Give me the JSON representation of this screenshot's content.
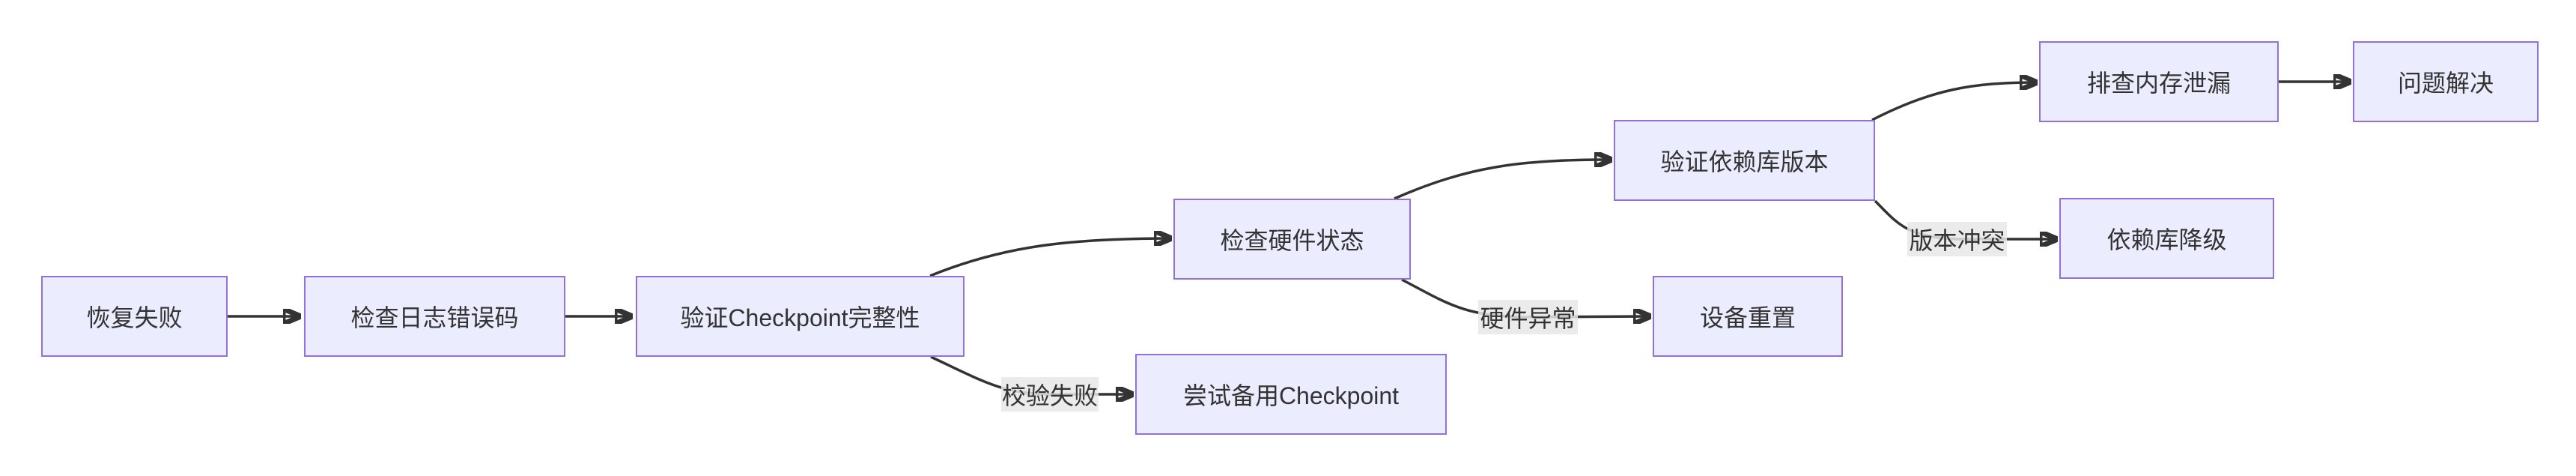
{
  "diagram": {
    "type": "flowchart-left-to-right",
    "colors": {
      "background": "#ffffff",
      "node_fill": "#ECECFF",
      "node_border": "#9370DB",
      "node_text": "#333333",
      "edge_stroke": "#333333",
      "edge_label_bg": "#e8e8e8"
    },
    "nodes": [
      {
        "id": "A",
        "label": "恢复失败"
      },
      {
        "id": "B",
        "label": "检查日志错误码"
      },
      {
        "id": "C",
        "label": "验证Checkpoint完整性"
      },
      {
        "id": "D",
        "label": "检查硬件状态"
      },
      {
        "id": "E",
        "label": "尝试备用Checkpoint"
      },
      {
        "id": "F",
        "label": "验证依赖库版本"
      },
      {
        "id": "G",
        "label": "设备重置"
      },
      {
        "id": "H",
        "label": "排查内存泄漏"
      },
      {
        "id": "I",
        "label": "问题解决"
      },
      {
        "id": "J",
        "label": "依赖库降级"
      }
    ],
    "edges": [
      {
        "from": "恢复失败",
        "to": "检查日志错误码",
        "label": ""
      },
      {
        "from": "检查日志错误码",
        "to": "验证Checkpoint完整性",
        "label": ""
      },
      {
        "from": "验证Checkpoint完整性",
        "to": "检查硬件状态",
        "label": ""
      },
      {
        "from": "验证Checkpoint完整性",
        "to": "尝试备用Checkpoint",
        "label": "校验失败"
      },
      {
        "from": "检查硬件状态",
        "to": "验证依赖库版本",
        "label": ""
      },
      {
        "from": "检查硬件状态",
        "to": "设备重置",
        "label": "硬件异常"
      },
      {
        "from": "验证依赖库版本",
        "to": "排查内存泄漏",
        "label": ""
      },
      {
        "from": "验证依赖库版本",
        "to": "依赖库降级",
        "label": "版本冲突"
      },
      {
        "from": "排查内存泄漏",
        "to": "问题解决",
        "label": ""
      }
    ]
  }
}
